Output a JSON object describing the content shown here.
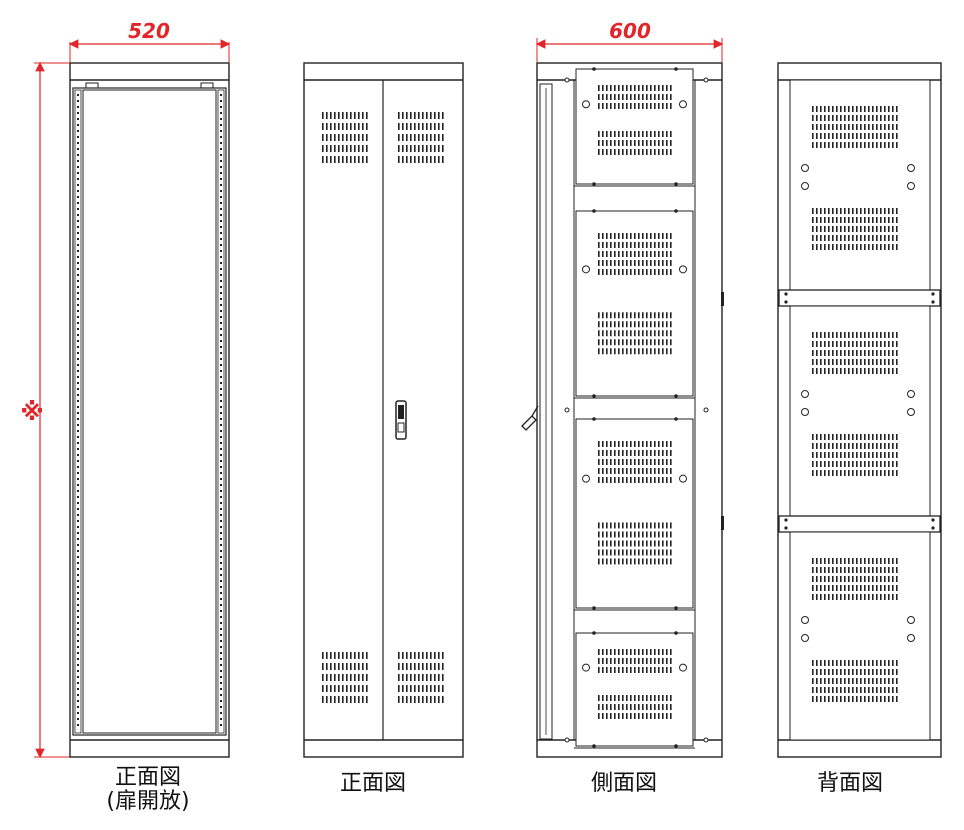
{
  "dimensions": {
    "width": "520",
    "depth": "600",
    "height_note": "※"
  },
  "views": {
    "front_open_line1": "正面図",
    "front_open_line2": "(扉開放)",
    "front": "正面図",
    "side": "側面図",
    "back": "背面図"
  },
  "colors": {
    "dimension": "#e0262a",
    "line": "#222222",
    "background": "#ffffff"
  }
}
